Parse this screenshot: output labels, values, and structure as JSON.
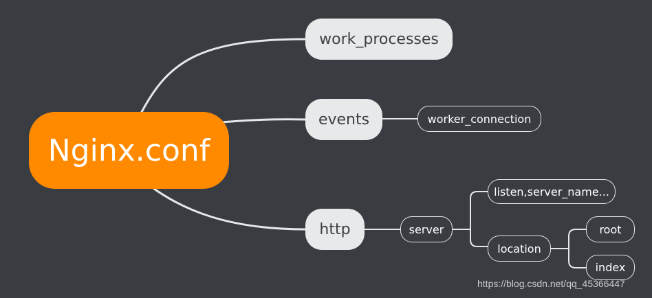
{
  "mindmap": {
    "root": {
      "label": "Nginx.conf"
    },
    "branches": [
      {
        "label": "work_processes",
        "children": []
      },
      {
        "label": "events",
        "children": [
          {
            "label": "worker_connection"
          }
        ]
      },
      {
        "label": "http",
        "children": [
          {
            "label": "server",
            "children": [
              {
                "label": "listen,server_name..."
              },
              {
                "label": "location",
                "children": [
                  {
                    "label": "root"
                  },
                  {
                    "label": "index"
                  }
                ]
              }
            ]
          }
        ]
      }
    ]
  },
  "colors": {
    "background": "#393c41",
    "root_fill": "#ff8a00",
    "branch_fill": "#e8e9eb",
    "line": "#e6e7e9"
  },
  "watermark": "https://blog.csdn.net/qq_45366447"
}
